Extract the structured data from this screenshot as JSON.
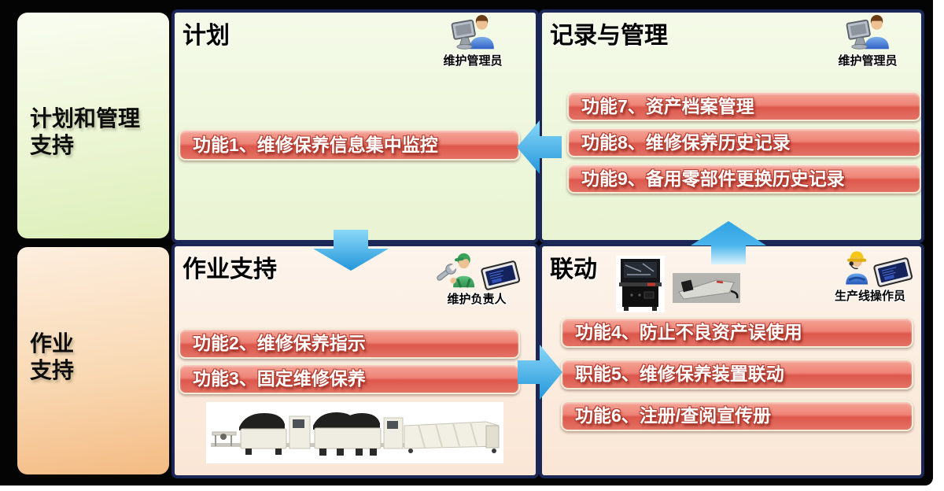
{
  "sidebar": {
    "top_label": "计划和管理\n支持",
    "bottom_label": "作业\n支持"
  },
  "quadrants": {
    "plan": {
      "title": "计划",
      "actor": "维护管理员",
      "pills": [
        "功能1、维修保养信息集中监控"
      ]
    },
    "record": {
      "title": "记录与管理",
      "actor": "维护管理员",
      "pills": [
        "功能7、资产档案管理",
        "功能8、维修保养历史记录",
        "功能9、备用零部件更换历史记录"
      ]
    },
    "operation": {
      "title": "作业支持",
      "actor": "维护负责人",
      "pills": [
        "功能2、维修保养指示",
        "功能3、固定维修保养"
      ]
    },
    "linkage": {
      "title": "联动",
      "actor": "生产线操作员",
      "pills": [
        "功能4、防止不良资产误使用",
        "职能5、维修保养装置联动",
        "功能6、注册/查阅宣传册"
      ]
    }
  },
  "icons": {
    "admin": "desktop-user-icon",
    "maintenance_leader": "wrench-worker-icon",
    "operator": "hardhat-worker-icon",
    "tablet": "tablet-icon",
    "photos": [
      "smt-production-line-photo",
      "mounter-machine-photo",
      "feeder-unit-photo"
    ]
  },
  "colors": {
    "frame": "#040404",
    "quad_border": "#1a2757",
    "quad_top_bg": "#f0f8e0",
    "quad_bottom_bg": "#fdf2e9",
    "sidebar_top": "#e8f4cd",
    "sidebar_bottom": "#f6c28b",
    "pill_red": "#e26457",
    "pill_border": "#f3ecd7",
    "arrow_blue": "#45b2ea"
  }
}
